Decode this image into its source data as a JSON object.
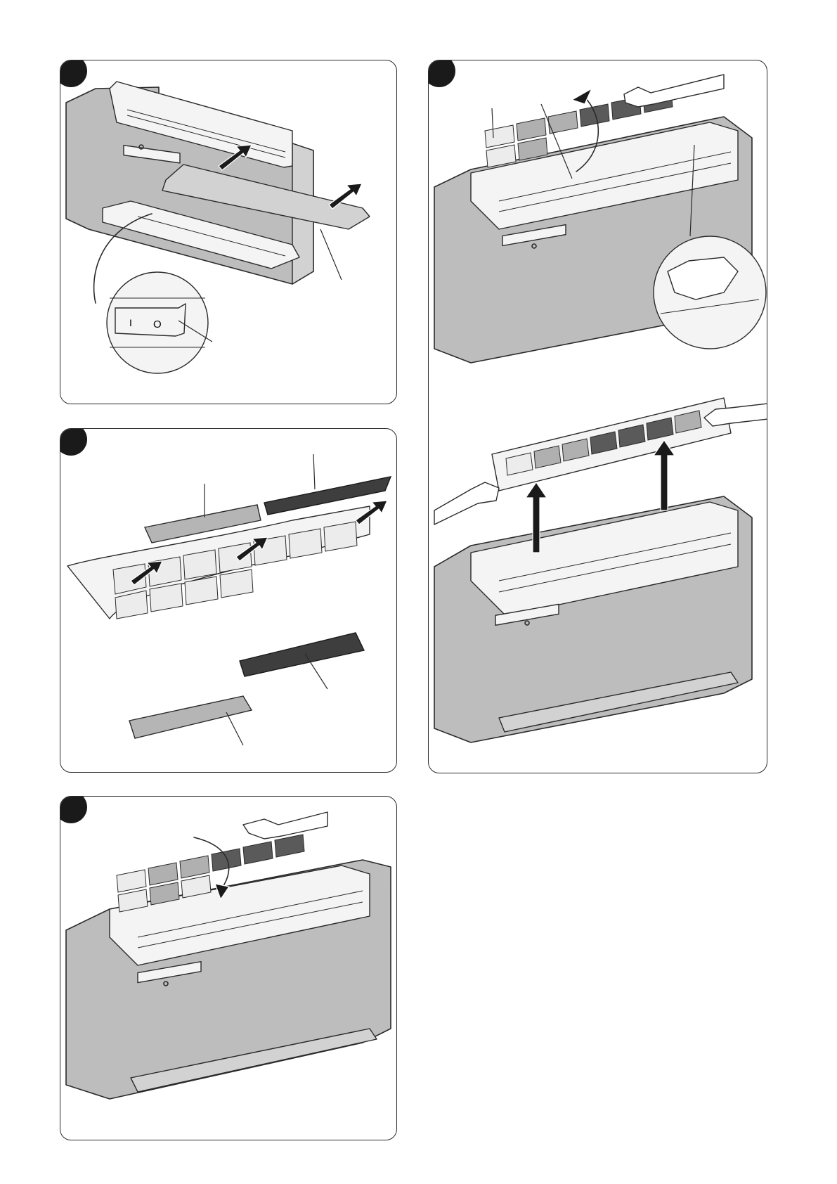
{
  "colors": {
    "page_background": "#ffffff",
    "outline": "#2a2a2a",
    "unit_body": "#bdbdbd",
    "filter_light": "#b5b5b5",
    "filter_dark": "#3e3e3e",
    "step_badge": "#1a1a1a"
  },
  "panels": [
    {
      "id": "step-1",
      "content": "unit-front-panel-removal-and-power-switch"
    },
    {
      "id": "step-2",
      "content": "filter-inserts-removal"
    },
    {
      "id": "step-3",
      "content": "filter-reinsertion"
    },
    {
      "id": "step-4",
      "content": "filter-removal-from-unit"
    }
  ],
  "icons": {
    "step_badge": "filled-circle-icon",
    "arrow": "arrow-icon",
    "rotate_arrow": "curved-arrow-icon",
    "hand": "hand-icon",
    "power_switch": "rocker-switch-icon"
  },
  "switch_labels": {
    "on": "I",
    "off": "O"
  }
}
